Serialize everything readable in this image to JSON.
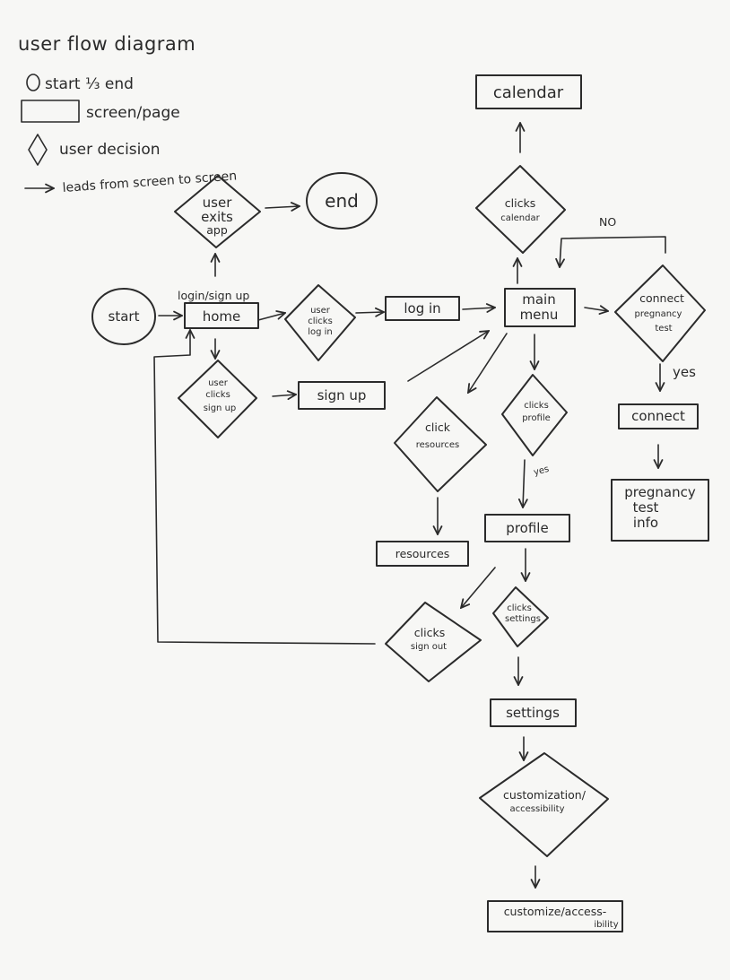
{
  "title": "user flow diagram",
  "legend": [
    {
      "id": "start-end",
      "label": "start ⅓ end"
    },
    {
      "id": "screen",
      "label": "screen/page"
    },
    {
      "id": "decision",
      "label": "user decision"
    },
    {
      "id": "arrow",
      "label": "leads from screen to screen"
    }
  ],
  "nodes": {
    "start": "start",
    "end": "end",
    "home": "home",
    "login_signup_caption": "login/sign up",
    "user_exits_app": [
      "user",
      "exits",
      "app"
    ],
    "user_clicks_login": [
      "user",
      "clicks",
      "log in"
    ],
    "user_clicks_signup": [
      "user",
      "clicks",
      "sign up"
    ],
    "log_in": "log in",
    "sign_up": "sign up",
    "main_menu": [
      "main",
      "menu"
    ],
    "clicks_calendar": [
      "clicks",
      "calendar"
    ],
    "calendar": "calendar",
    "connect_pregnancy_test": [
      "connect",
      "pregnancy",
      "test"
    ],
    "connect": "connect",
    "pregnancy_test_info": [
      "pregnancy",
      "test",
      "info"
    ],
    "click_resources": [
      "click",
      "resources"
    ],
    "resources": "resources",
    "clicks_profile": [
      "clicks",
      "profile"
    ],
    "profile": "profile",
    "clicks_settings": [
      "clicks",
      "settings"
    ],
    "clicks_sign_out": [
      "clicks",
      "sign out"
    ],
    "settings": "settings",
    "customization_accessibility": [
      "customization/",
      "accessibility"
    ],
    "customize_accessibility": [
      "customize/access-",
      "ibility"
    ]
  },
  "edge_labels": {
    "no": "NO",
    "yes_connect": "yes",
    "yes_profile": "yes"
  }
}
